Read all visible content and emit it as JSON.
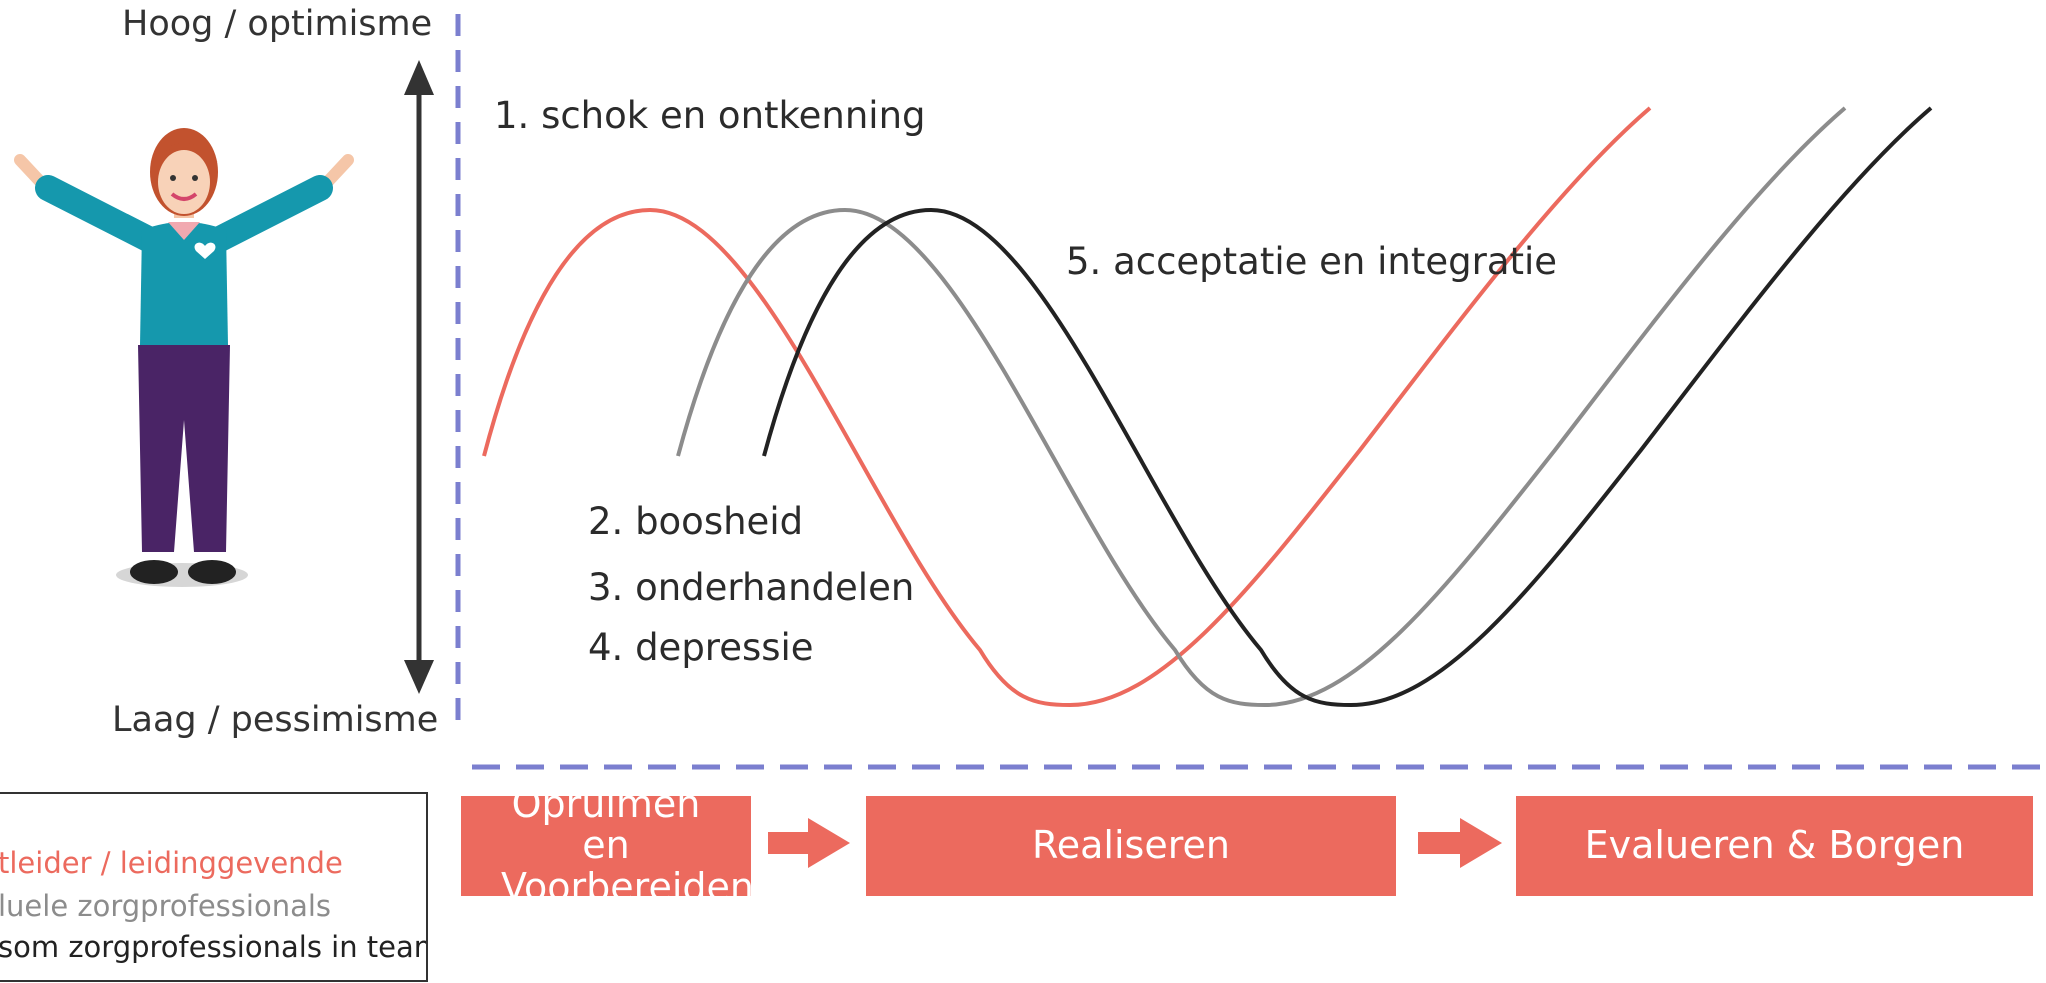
{
  "axis": {
    "top_label": "Hoog / optimisme",
    "bottom_label": "Laag / pessimisme"
  },
  "stages": [
    {
      "label": "1. schok en ontkenning"
    },
    {
      "label": "2. boosheid"
    },
    {
      "label": "3. onderhandelen"
    },
    {
      "label": "4. depressie"
    },
    {
      "label": "5. acceptatie en integratie"
    }
  ],
  "phases": [
    {
      "label": "Opruimen en Voorbereiden"
    },
    {
      "label": "Realiseren"
    },
    {
      "label": "Evalueren & Borgen"
    }
  ],
  "legend": {
    "items": [
      {
        "label": "tleider / leidinggevende",
        "color": "#ec6a5e"
      },
      {
        "label": "luele zorgprofessionals",
        "color": "#8c8c8c"
      },
      {
        "label": "som zorgprofessionals in team",
        "color": "#222222"
      }
    ]
  },
  "colors": {
    "accent": "#ec6a5e",
    "dashed_line": "#7b7fcf",
    "curve_leader": "#ec6a5e",
    "curve_individual": "#8c8c8c",
    "curve_team": "#222222"
  },
  "icons": {
    "figure": "cheering-woman-icon",
    "vertical_arrow": "double-arrow-icon",
    "phase_arrow": "right-arrow-icon"
  }
}
